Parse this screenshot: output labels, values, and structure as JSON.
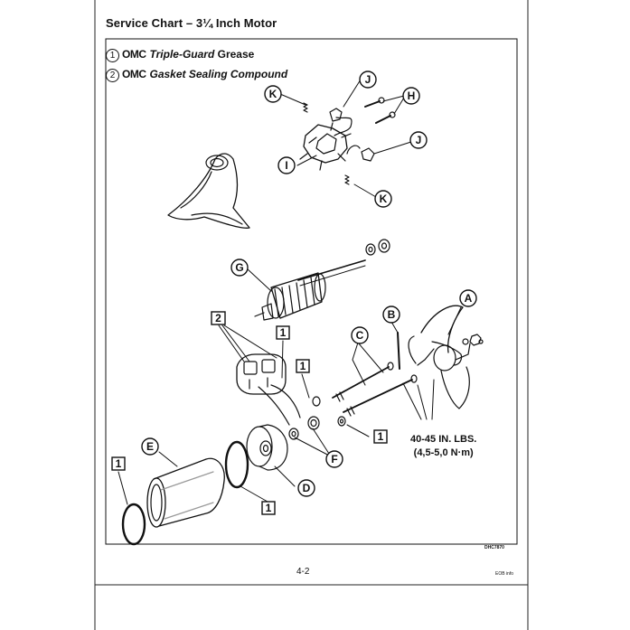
{
  "title": "Service Chart – 3¼ Inch Motor",
  "key": [
    {
      "number": "1",
      "brand": "OMC",
      "product_style": "Triple-Guard",
      "product_rest": " Grease"
    },
    {
      "number": "2",
      "brand": "OMC",
      "product_style": "Gasket Sealing Compound",
      "product_rest": ""
    }
  ],
  "callouts": {
    "A": "A",
    "B": "B",
    "C": "C",
    "D": "D",
    "E": "E",
    "F": "F",
    "G": "G",
    "H": "H",
    "I": "I",
    "J": "J",
    "K": "K",
    "one": "1",
    "two": "2"
  },
  "torque": {
    "line1": "40-45 IN. LBS.",
    "line2": "(4,5-5,0 N·m)"
  },
  "figure_code": "DHC7870",
  "page_number": "4-2",
  "doc_code": "EOB info"
}
